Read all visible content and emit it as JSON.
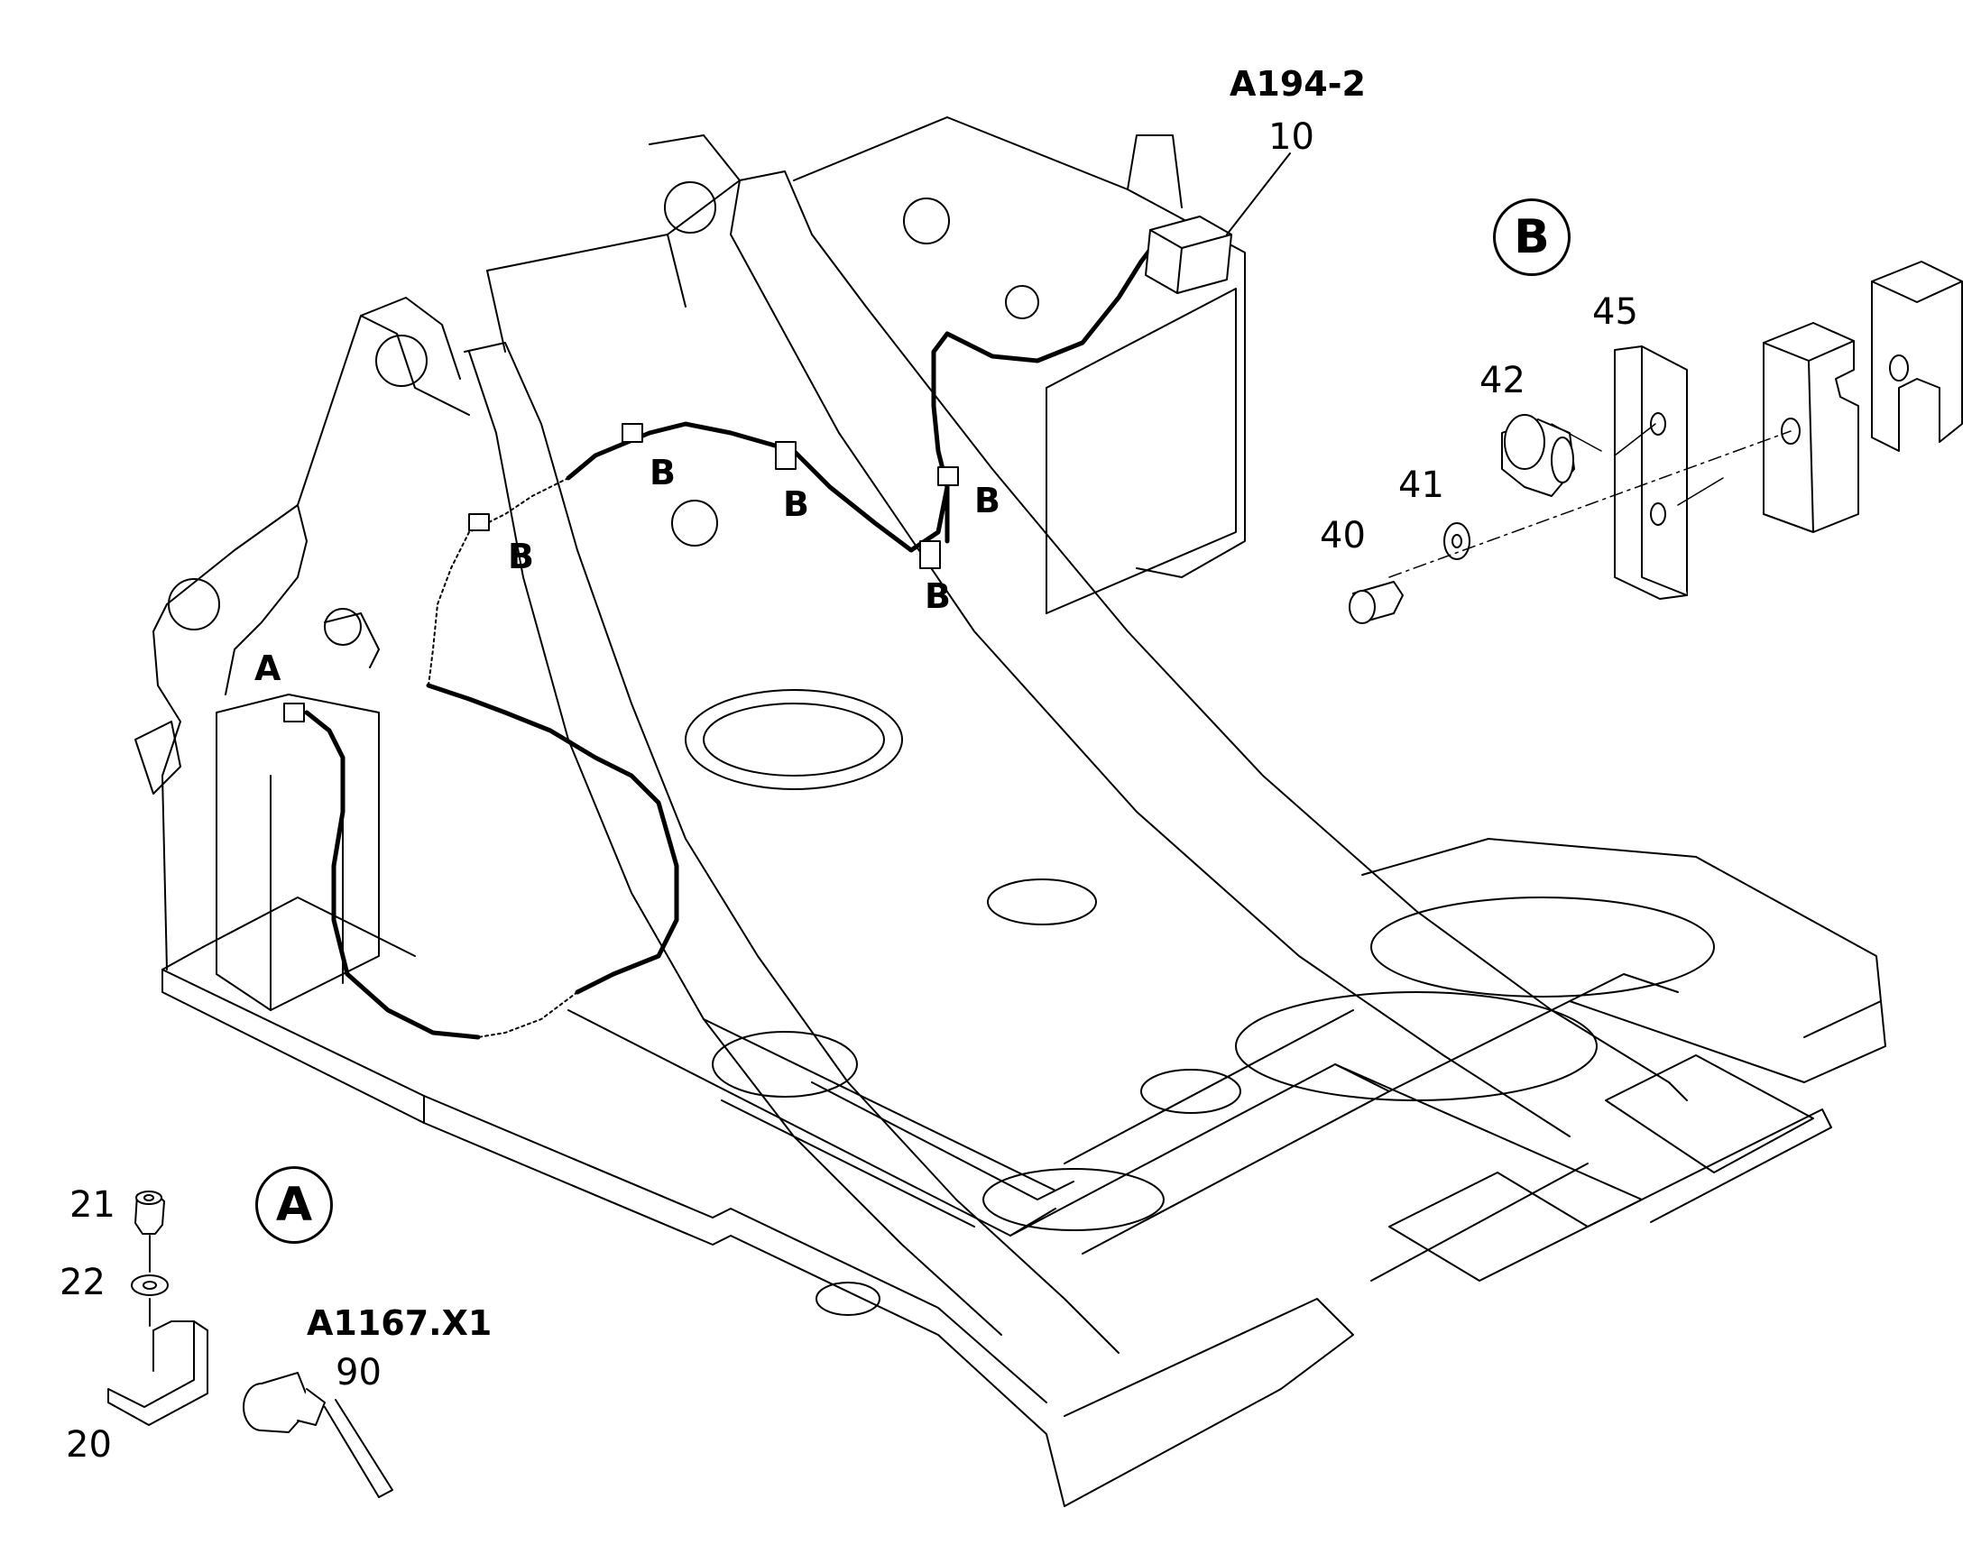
{
  "detail_views": [
    {
      "id": "A",
      "label": "A"
    },
    {
      "id": "B",
      "label": "B"
    }
  ],
  "component_codes": [
    {
      "id": "a194",
      "label": "A194-2"
    },
    {
      "id": "a1167",
      "label": "A1167.X1"
    }
  ],
  "callouts": [
    {
      "id": "c10",
      "label": "10"
    },
    {
      "id": "c20",
      "label": "20"
    },
    {
      "id": "c21",
      "label": "21"
    },
    {
      "id": "c22",
      "label": "22"
    },
    {
      "id": "c40",
      "label": "40"
    },
    {
      "id": "c41",
      "label": "41"
    },
    {
      "id": "c42",
      "label": "42"
    },
    {
      "id": "c45",
      "label": "45"
    },
    {
      "id": "c90",
      "label": "90"
    }
  ],
  "location_marks": [
    {
      "id": "mA",
      "label": "A"
    },
    {
      "id": "mB1",
      "label": "B"
    },
    {
      "id": "mB2",
      "label": "B"
    },
    {
      "id": "mB3",
      "label": "B"
    },
    {
      "id": "mB4",
      "label": "B"
    },
    {
      "id": "mB5",
      "label": "B"
    }
  ],
  "colors": {
    "line": "#000000",
    "fill": "#ffffff",
    "shade": "#e8e8e8"
  }
}
